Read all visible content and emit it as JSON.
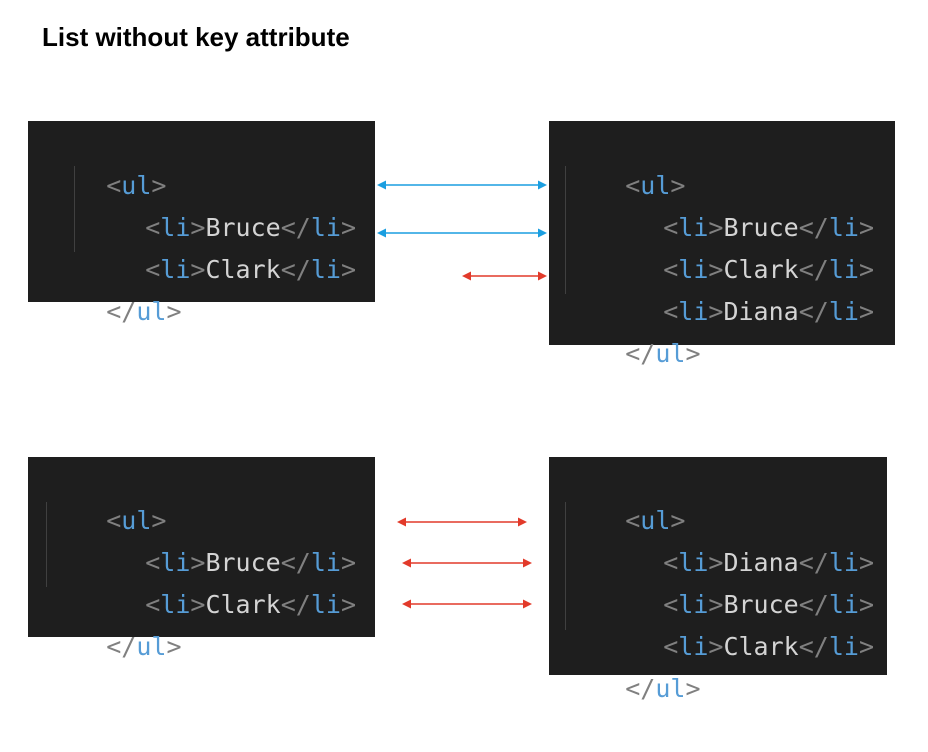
{
  "title": "List without key attribute",
  "colors": {
    "match_arrow": "#1a9ee0",
    "mismatch_arrow": "#e23a2a",
    "code_bg": "#1e1e1e",
    "tag_color": "#569cd6",
    "text_color": "#d4d4d4",
    "punct_color": "#808080"
  },
  "examples": [
    {
      "before": {
        "open": "ul",
        "items": [
          "Bruce",
          "Clark"
        ],
        "close": "ul"
      },
      "after": {
        "open": "ul",
        "items": [
          "Bruce",
          "Clark",
          "Diana"
        ],
        "close": "ul"
      },
      "arrows": [
        "match",
        "match",
        "mismatch"
      ]
    },
    {
      "before": {
        "open": "ul",
        "items": [
          "Bruce",
          "Clark"
        ],
        "close": "ul"
      },
      "after": {
        "open": "ul",
        "items": [
          "Diana",
          "Bruce",
          "Clark"
        ],
        "close": "ul"
      },
      "arrows": [
        "mismatch",
        "mismatch",
        "mismatch"
      ]
    }
  ],
  "tokens": {
    "lt": "<",
    "gt": ">",
    "close_lt": "</",
    "li": "li"
  }
}
